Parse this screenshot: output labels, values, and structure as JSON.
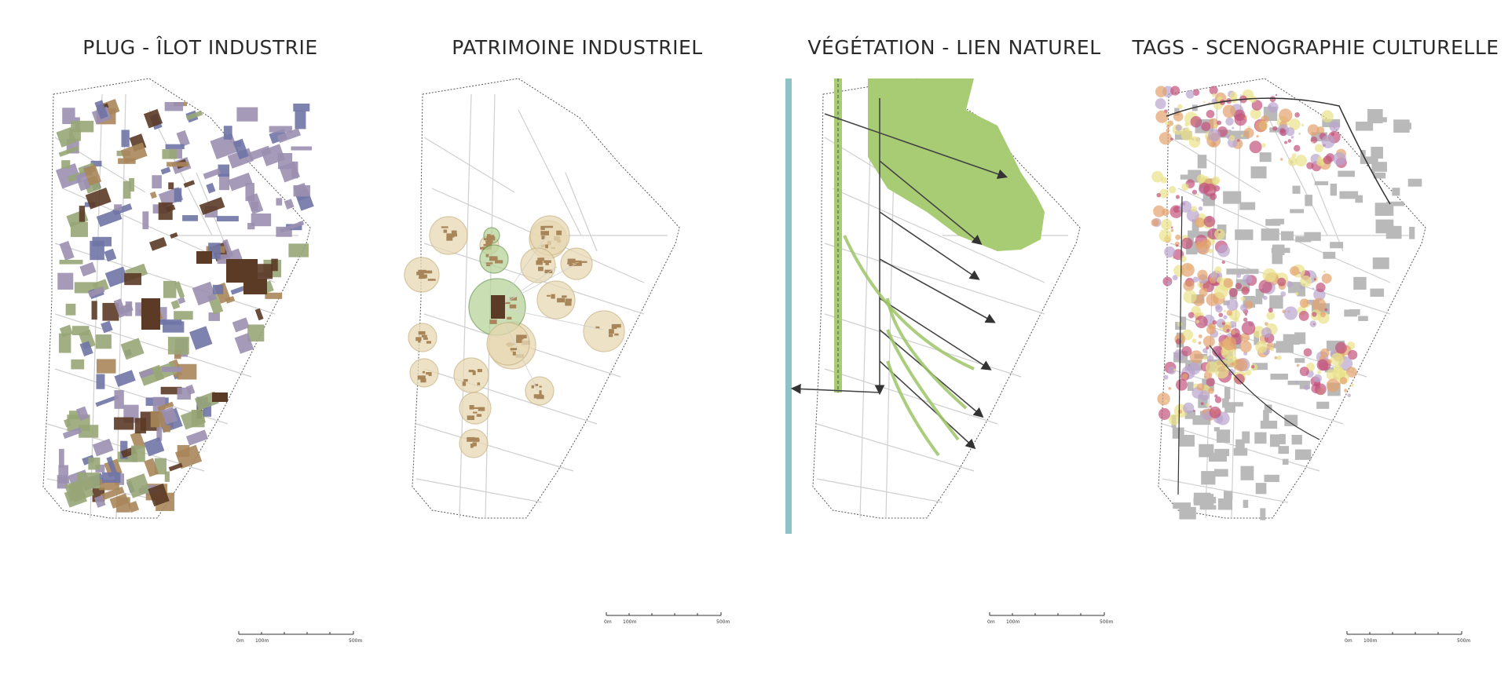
{
  "panels": [
    {
      "title": "PLUG - ÎLOT INDUSTRIE"
    },
    {
      "title": "PATRIMOINE INDUSTRIEL"
    },
    {
      "title": "VÉGÉTATION - LIEN NATUREL"
    },
    {
      "title": "TAGS - SCENOGRAPHIE CULTURELLE"
    }
  ],
  "scale_bar": {
    "start": "0m",
    "mid": "100m",
    "end": "500m"
  },
  "colors": {
    "purple": "#9b8fb0",
    "blue": "#6f74a6",
    "olive": "#98a677",
    "tan": "#a9865a",
    "brown": "#5b3a26",
    "beige_circle": "#e8d9b4",
    "green_circle": "#b9d49b",
    "green_park": "#a8cc73",
    "river": "#8fc2c4",
    "grey_block": "#b9b9b9",
    "tag_pink": "#c2527a",
    "tag_yellow": "#e9e38a",
    "tag_lavender": "#b9a4cf",
    "tag_orange": "#e2a36e"
  }
}
